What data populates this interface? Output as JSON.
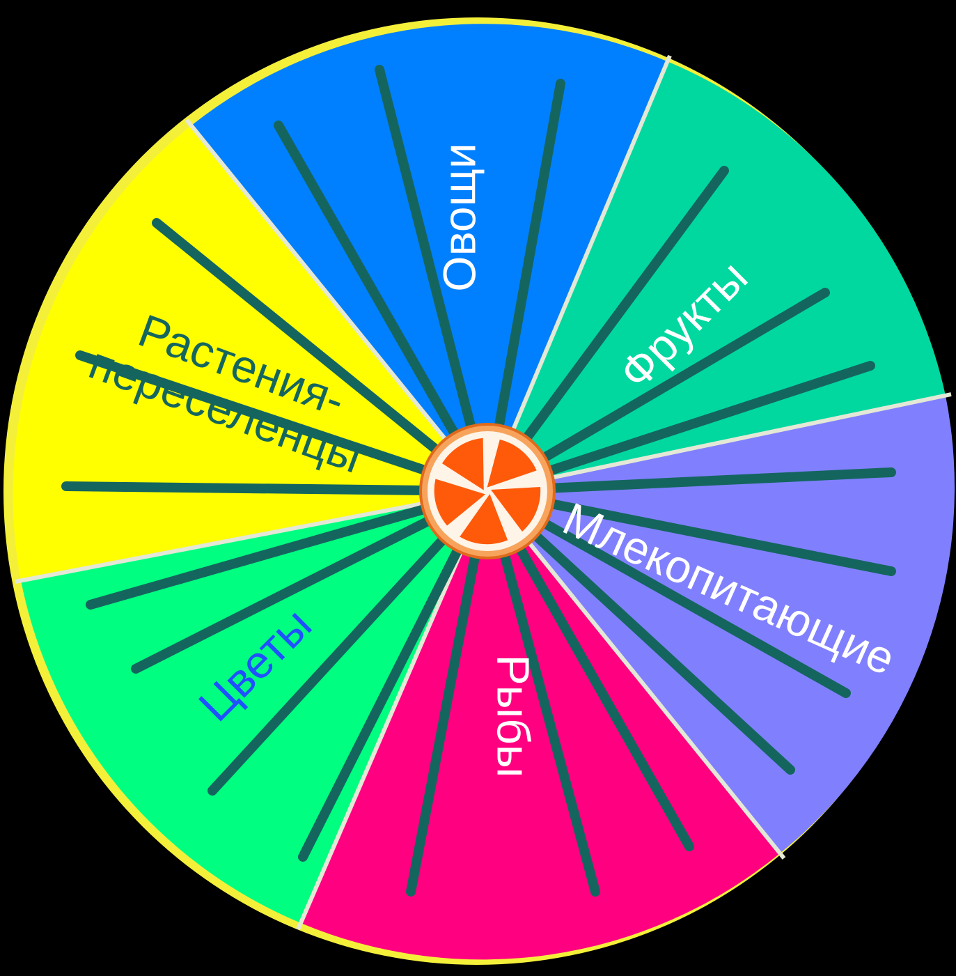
{
  "background": "#000000",
  "rim_color": "#f4f03a",
  "divider_color": "#e4e8d6",
  "arrow_color": "#15655f",
  "center_icon": "orange-slice-icon",
  "colors": {
    "orange_rind": "#f7a35c",
    "orange_outline": "#e06a1c",
    "orange_segment": "#ff5a0a",
    "orange_pith": "#fff4e8"
  },
  "sectors": [
    {
      "id": "vegetables",
      "label": "Овощи",
      "fill": "#0080ff",
      "text_color": "#ffffff"
    },
    {
      "id": "fruits",
      "label": "Фрукты",
      "fill": "#00d8a0",
      "text_color": "#ffffff"
    },
    {
      "id": "mammals",
      "label": "Млекопитающие",
      "fill": "#8080ff",
      "text_color": "#ffffff"
    },
    {
      "id": "fish",
      "label": "Рыбы",
      "fill": "#ff0080",
      "text_color": "#ffffff"
    },
    {
      "id": "flowers",
      "label": "Цветы",
      "fill": "#00ff80",
      "text_color": "#2050ff"
    },
    {
      "id": "plants",
      "label_lines": [
        "Растения-",
        "переселенцы"
      ],
      "fill": "#ffff00",
      "text_color": "#15655f"
    }
  ]
}
